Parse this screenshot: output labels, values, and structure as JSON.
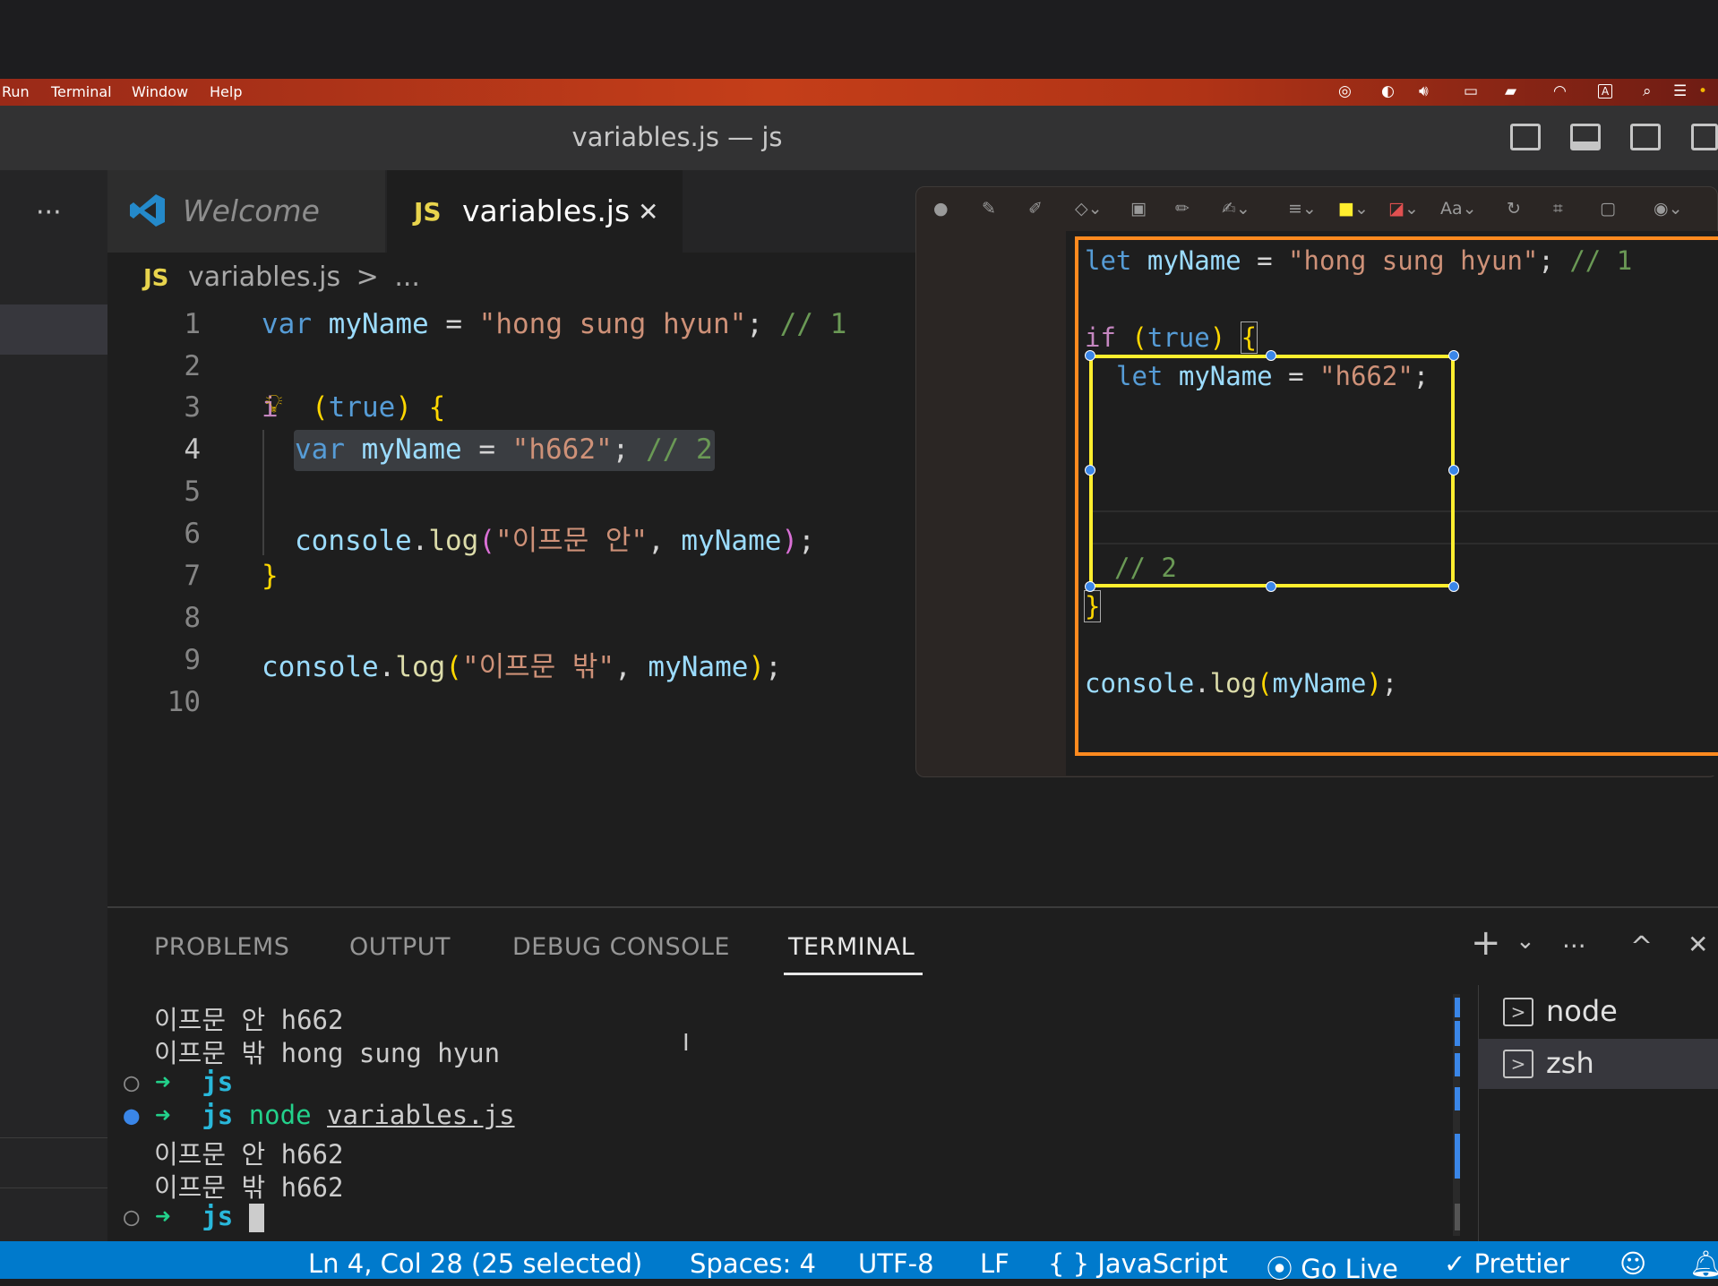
{
  "menu": {
    "items": [
      "Run",
      "Terminal",
      "Window",
      "Help"
    ]
  },
  "window": {
    "title": "variables.js — js"
  },
  "sidebar": {
    "more": "···"
  },
  "tabs": [
    {
      "label": "Welcome",
      "icon": "vscode-logo-icon"
    },
    {
      "label": "variables.js",
      "badge": "JS",
      "close": "✕"
    }
  ],
  "breadcrumb": {
    "badge": "JS",
    "file": "variables.js",
    "sep": ">",
    "rest": "..."
  },
  "editor": {
    "line_numbers": [
      "1",
      "2",
      "3",
      "4",
      "5",
      "6",
      "7",
      "8",
      "9",
      "10"
    ],
    "lines": {
      "l1": {
        "kw": "var",
        "name": "myName",
        "eq": "=",
        "str": "\"hong sung hyun\"",
        "semi": ";",
        "cm": "// 1"
      },
      "l3": {
        "kw_partial": "i",
        "lparen": "(",
        "bool": "true",
        "rparen": ")",
        "brace": "{"
      },
      "l4": {
        "kw": "var",
        "name": "myName",
        "eq": "=",
        "str": "\"h662\"",
        "semi": ";",
        "cm": "// 2"
      },
      "l6": {
        "obj": "console",
        "dot": ".",
        "fn": "log",
        "lparen": "(",
        "str": "\"이프문 안\"",
        "comma": ",",
        "arg": "myName",
        "rparen": ")",
        "semi": ";"
      },
      "l7": {
        "brace": "}"
      },
      "l9": {
        "obj": "console",
        "dot": ".",
        "fn": "log",
        "lparen": "(",
        "str": "\"이프문 밖\"",
        "comma": ",",
        "arg": "myName",
        "rparen": ")",
        "semi": ";"
      }
    }
  },
  "screenshot_overlay": {
    "l1": {
      "kw": "let",
      "name": "myName",
      "eq": "=",
      "str": "\"hong sung hyun\"",
      "semi": ";",
      "cm": "// 1"
    },
    "l2": {
      "kw": "if",
      "lparen": "(",
      "bool": "true",
      "rparen": ")",
      "brace": "{"
    },
    "l3": {
      "kw": "let",
      "name": "myName",
      "eq": "=",
      "str": "\"h662\"",
      "semi": ";"
    },
    "l4": {
      "cm": "// 2"
    },
    "l5": {
      "brace": "}"
    },
    "l6": {
      "obj": "console",
      "dot": ".",
      "fn": "log",
      "lparen": "(",
      "arg": "myName",
      "rparen": ")",
      "semi": ";"
    }
  },
  "panel": {
    "tabs": [
      "PROBLEMS",
      "OUTPUT",
      "DEBUG CONSOLE",
      "TERMINAL"
    ],
    "active_tab": "TERMINAL",
    "actions": {
      "add": "+",
      "chevron": "⌄",
      "more": "···",
      "maximize": "^",
      "close": "✕"
    }
  },
  "terminal": {
    "lines": {
      "t1": "이프문 안 h662",
      "t2": "이프문 밖 hong sung hyun",
      "t3": {
        "arrow": "➜",
        "dir": "js"
      },
      "t4": {
        "arrow": "➜",
        "dir": "js",
        "cmd": "node",
        "arg": "variables.js"
      },
      "t5": "이프문 안 h662",
      "t6": "이프문 밖 h662",
      "t7": {
        "arrow": "➜",
        "dir": "js"
      }
    },
    "instances": [
      {
        "label": "node"
      },
      {
        "label": "zsh"
      }
    ]
  },
  "statusbar": {
    "position": "Ln 4, Col 28 (25 selected)",
    "spaces": "Spaces: 4",
    "encoding": "UTF-8",
    "eol": "LF",
    "language_icon": "{ }",
    "language": "JavaScript",
    "golive": "Go Live",
    "prettier": "Prettier"
  },
  "colors": {
    "accent": "#007acc",
    "menubar": "#c43e19",
    "annotation_orange": "#ff8a1f",
    "annotation_yellow": "#ffee2e"
  }
}
